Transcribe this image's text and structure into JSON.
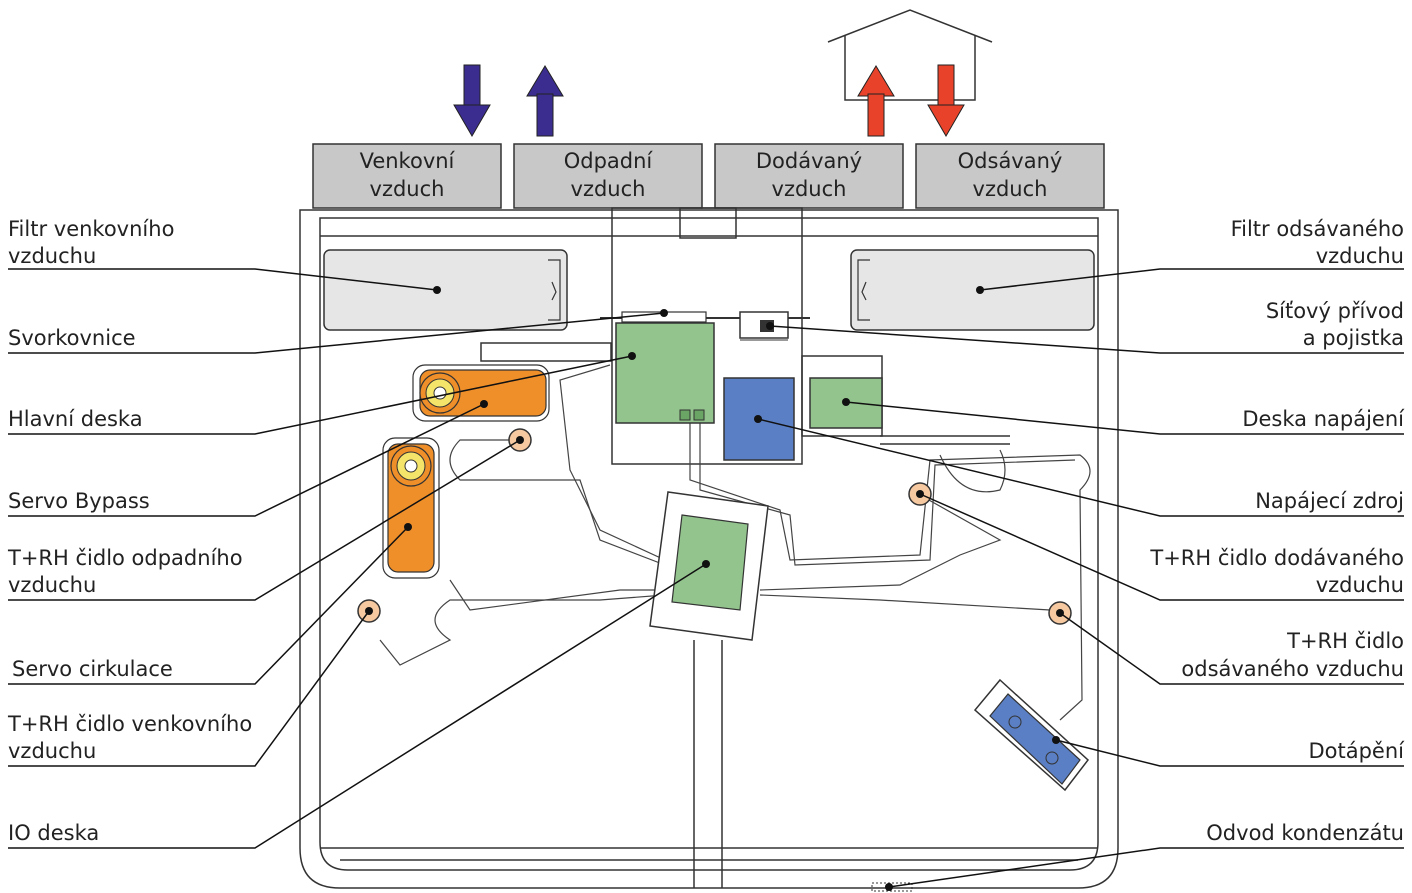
{
  "ports": [
    {
      "line1": "Venkovní",
      "line2": "vzduch"
    },
    {
      "line1": "Odpadní",
      "line2": "vzduch"
    },
    {
      "line1": "Dodávaný",
      "line2": "vzduch"
    },
    {
      "line1": "Odsávaný",
      "line2": "vzduch"
    }
  ],
  "labels_left": [
    {
      "line1": "Filtr venkovního",
      "line2": "vzduchu"
    },
    {
      "line1": "Svorkovnice"
    },
    {
      "line1": "Hlavní deska"
    },
    {
      "line1": "Servo Bypass"
    },
    {
      "line1": "T+RH čidlo odpadního",
      "line2": "vzduchu"
    },
    {
      "line1": "Servo cirkulace"
    },
    {
      "line1": "T+RH čidlo venkovního",
      "line2": "vzduchu"
    },
    {
      "line1": "IO deska"
    }
  ],
  "labels_right": [
    {
      "line1": "Filtr odsávaného",
      "line2": "vzduchu"
    },
    {
      "line1": "Síťový přívod",
      "line2": "a pojistka"
    },
    {
      "line1": "Deska napájení"
    },
    {
      "line1": "Napájecí zdroj"
    },
    {
      "line1": "T+RH čidlo dodávaného",
      "line2": "vzduchu"
    },
    {
      "line1": "T+RH čidlo",
      "line2": "odsávaného vzduchu"
    },
    {
      "line1": "Dotápění"
    },
    {
      "line1": "Odvod kondenzátu"
    }
  ],
  "colors": {
    "outline": "#333333",
    "port_fill": "#c8c8c8",
    "filter_fill": "#e6e6e6",
    "board_green": "#93c48e",
    "module_blue": "#5b7fc4",
    "servo_orange": "#ef8f2a",
    "sensor_fill": "#f6c9a1",
    "arrow_outdoor": "#3b2d8f",
    "arrow_indoor": "#e8432a"
  }
}
